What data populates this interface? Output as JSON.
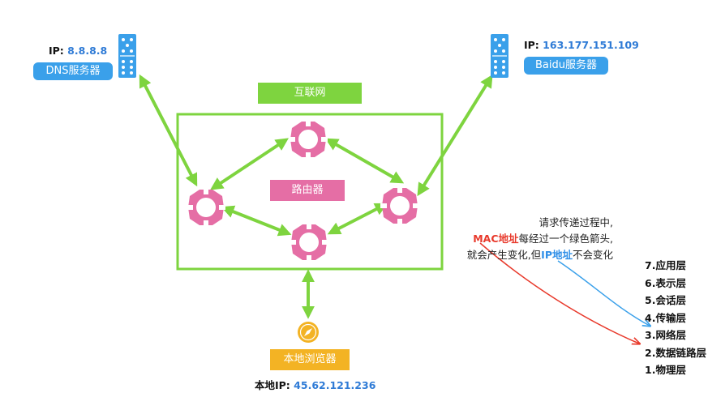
{
  "dns": {
    "ip_label": "IP:",
    "ip_value": "8.8.8.8",
    "name": "DNS服务器"
  },
  "baidu": {
    "ip_label": "IP:",
    "ip_value": "163.177.151.109",
    "name": "Baidu服务器"
  },
  "internet": {
    "label": "互联网"
  },
  "router": {
    "label": "路由器"
  },
  "browser": {
    "name": "本地浏览器",
    "ip_label": "本地IP:",
    "ip_value": "45.62.121.236"
  },
  "note": {
    "line1": "请求传递过程中,",
    "mac": "MAC地址",
    "line2_rest": "每经过一个绿色箭头,",
    "line3_start": "就会产生变化,但",
    "ip": "IP地址",
    "line3_end": "不会变化"
  },
  "layers": [
    "7.应用层",
    "6.表示层",
    "5.会话层",
    "4.传输层",
    "3.网络层",
    "2.数据链路层",
    "1.物理层"
  ],
  "colors": {
    "green": "#7ed43f",
    "pink": "#e56ea5",
    "blue": "#3aa0ea",
    "orange": "#f3b324",
    "red": "#e8392b"
  }
}
